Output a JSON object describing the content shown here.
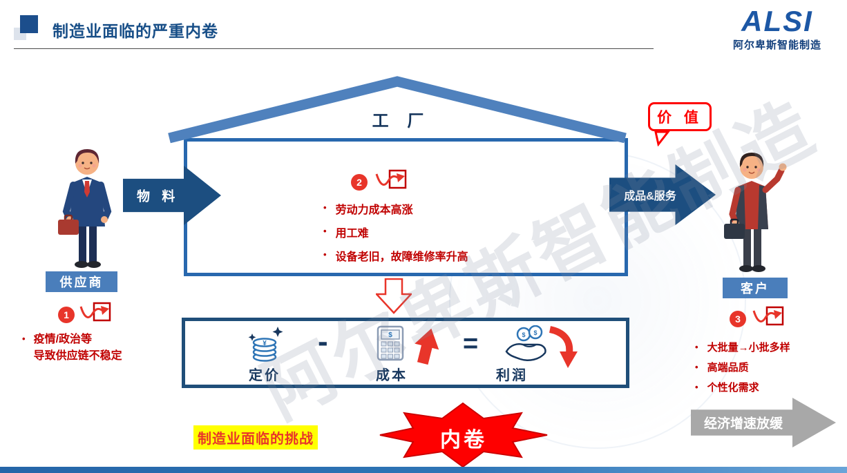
{
  "header": {
    "title": "制造业面临的严重内卷"
  },
  "logo": {
    "text": "ALSI",
    "subtitle": "阿尔卑斯智能制造"
  },
  "factory": {
    "label": "工 厂",
    "material_arrow": "物 料",
    "output_arrow": "成品&服务",
    "value_bubble": "价 值",
    "badge": "2",
    "issues": [
      "劳动力成本高涨",
      "用工难",
      "设备老旧，故障维修率升高"
    ]
  },
  "supplier": {
    "label": "供应商",
    "badge": "1",
    "issue_line1": "疫情/政治等",
    "issue_line2": "导致供应链不稳定"
  },
  "customer": {
    "label": "客户",
    "badge": "3",
    "issues": [
      "大批量→小批多样",
      "高端品质",
      "个性化需求"
    ]
  },
  "formula": {
    "price_label": "定价",
    "minus_sign": "-",
    "cost_label": "成本",
    "equals_sign": "=",
    "profit_label": "利润",
    "yen_symbol": "¥",
    "dollar_symbol": "$"
  },
  "bottom": {
    "challenge_label": "制造业面临的挑战",
    "burst_label": "内卷",
    "economy_label": "经济增速放缓"
  },
  "watermark": "阿尔卑斯智能制造",
  "colors": {
    "accent_blue": "#2e75b6",
    "dark_navy": "#17375e",
    "steel_blue": "#4a7ebb",
    "arrow_navy": "#1c4e80",
    "red_text": "#c00000",
    "bright_red": "#e8352a",
    "burst_red": "#fe0000",
    "highlight_yellow": "#ffff00",
    "gray_arrow": "#a8a8a8"
  }
}
